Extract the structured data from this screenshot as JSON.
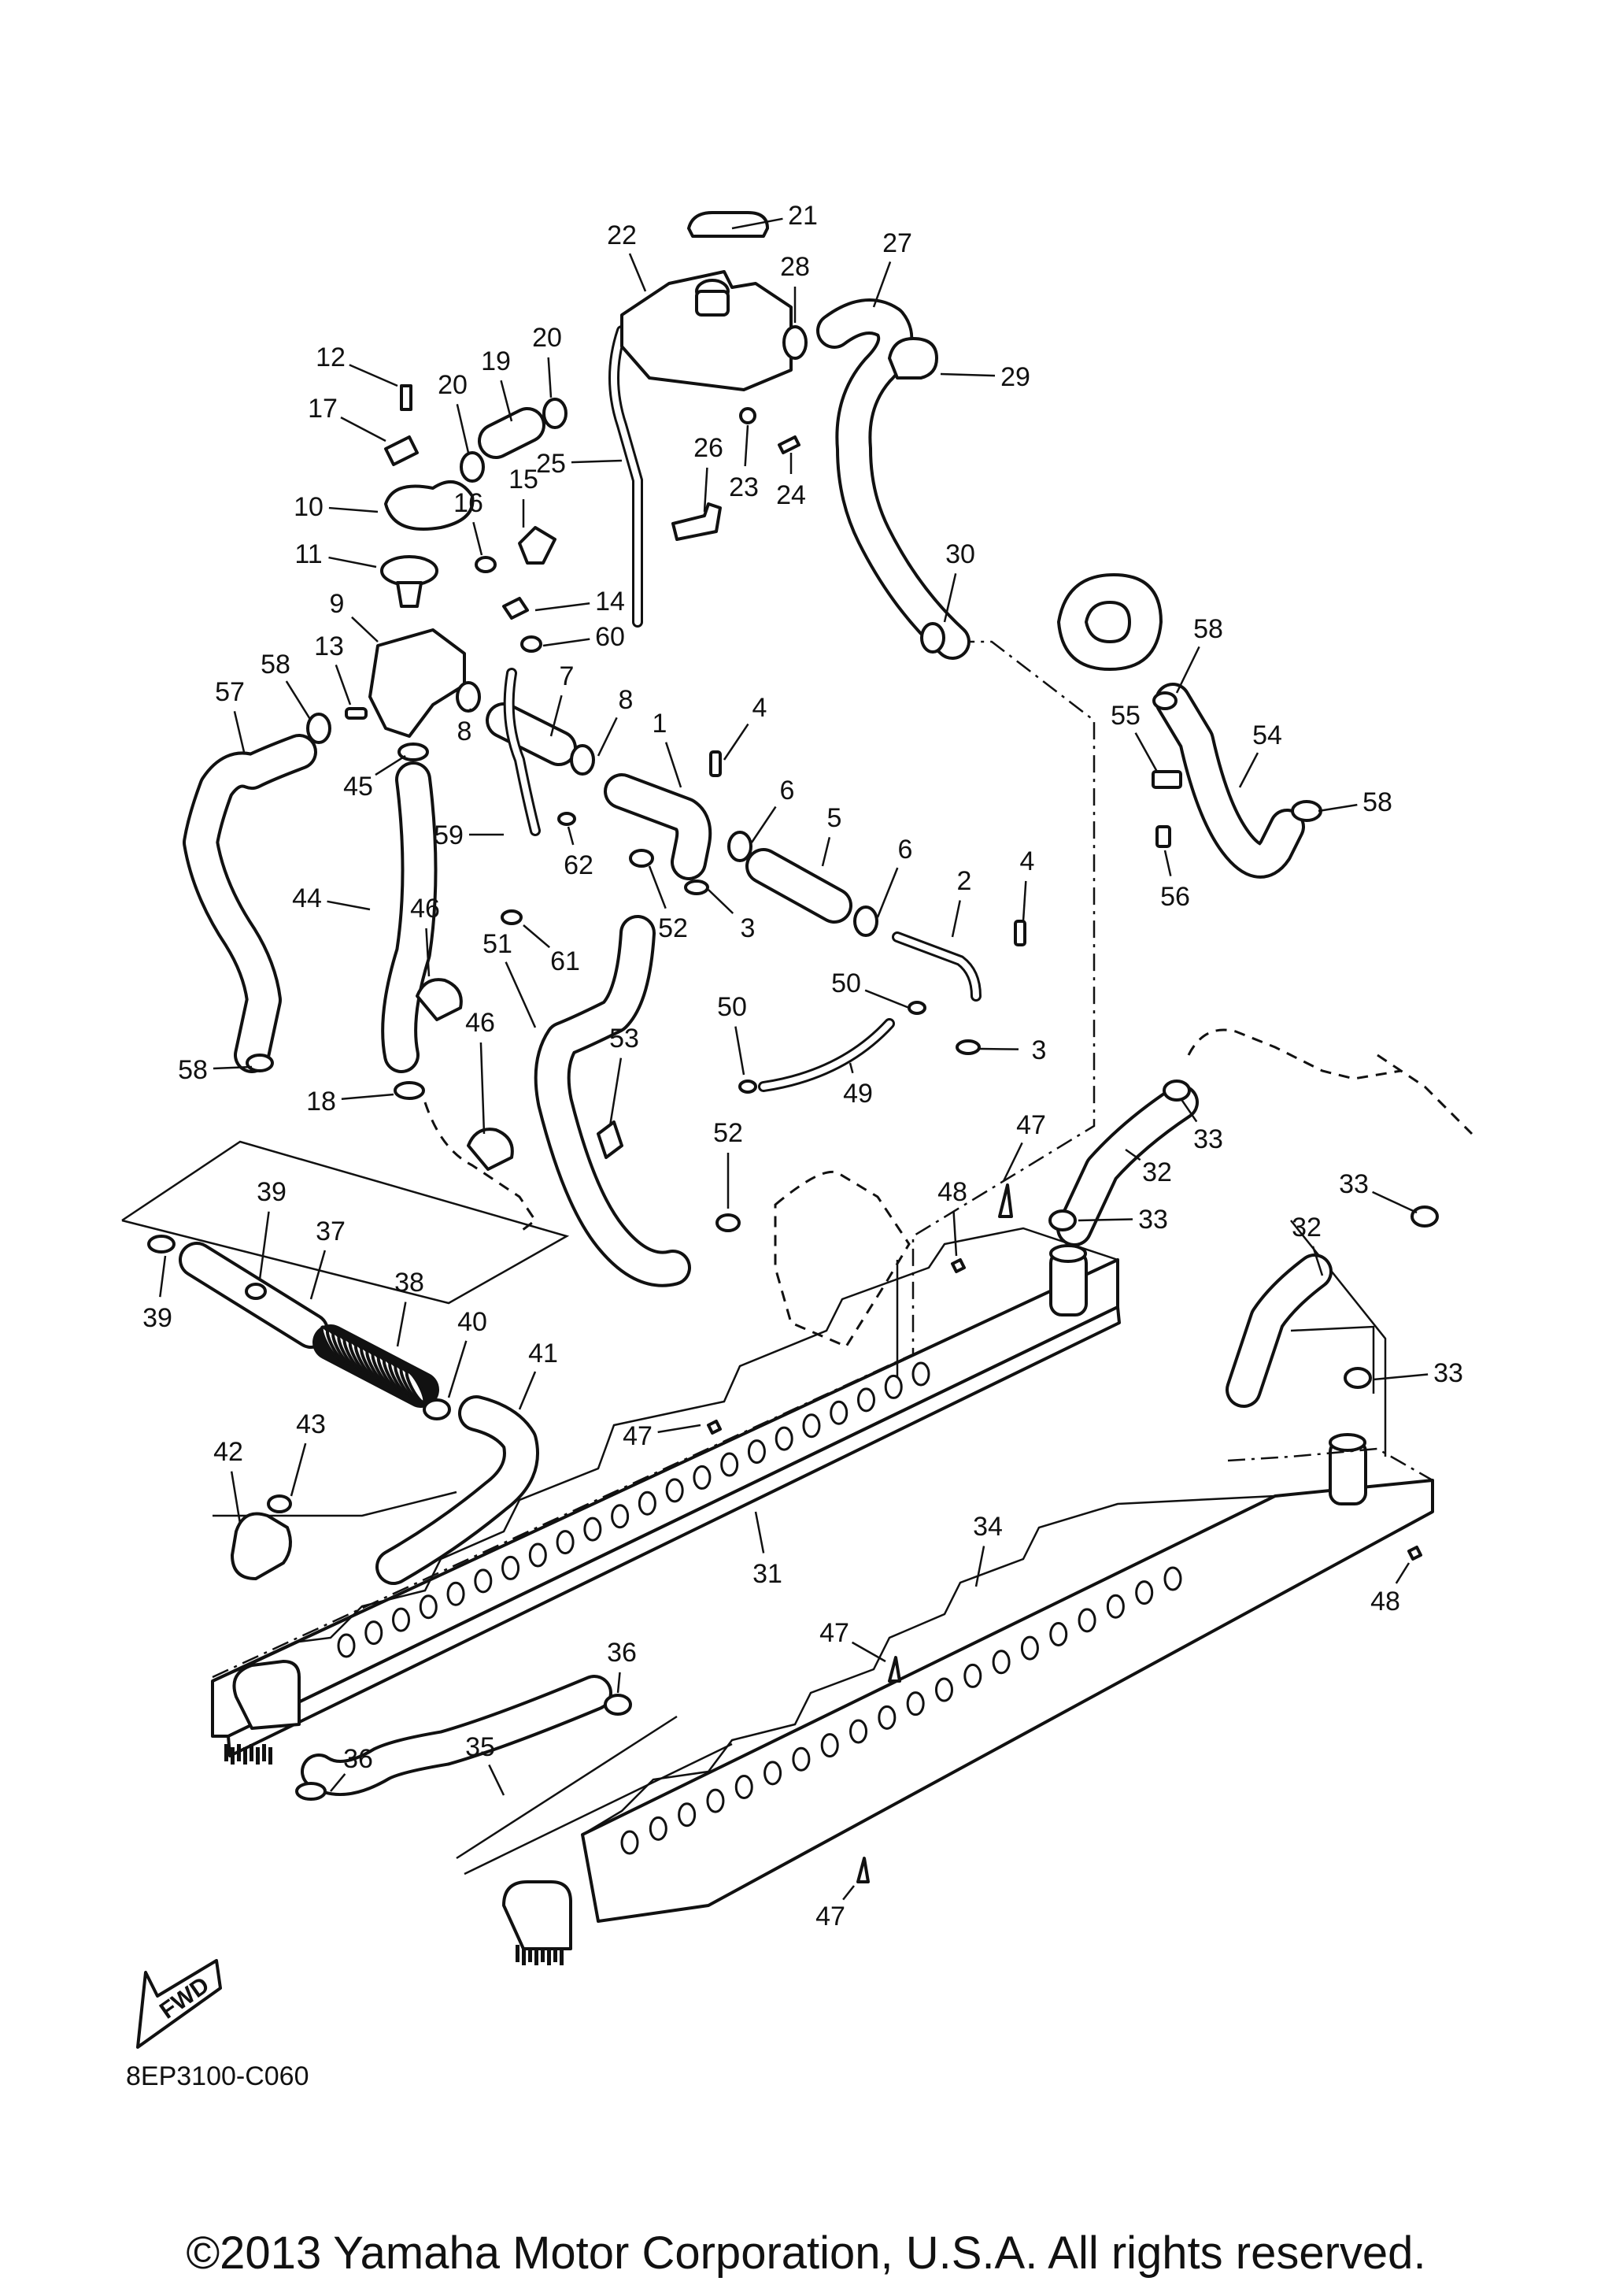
{
  "diagram": {
    "code": "8EP3100-C060",
    "fwd_label": "FWD",
    "copyright": "©2013 Yamaha Motor Corporation, U.S.A. All rights reserved.",
    "callouts": [
      {
        "id": "c1",
        "text": "1"
      },
      {
        "id": "c2",
        "text": "2"
      },
      {
        "id": "c3a",
        "text": "3"
      },
      {
        "id": "c3b",
        "text": "3"
      },
      {
        "id": "c4a",
        "text": "4"
      },
      {
        "id": "c4b",
        "text": "4"
      },
      {
        "id": "c5",
        "text": "5"
      },
      {
        "id": "c6a",
        "text": "6"
      },
      {
        "id": "c6b",
        "text": "6"
      },
      {
        "id": "c7",
        "text": "7"
      },
      {
        "id": "c8a",
        "text": "8"
      },
      {
        "id": "c8b",
        "text": "8"
      },
      {
        "id": "c9",
        "text": "9"
      },
      {
        "id": "c10",
        "text": "10"
      },
      {
        "id": "c11",
        "text": "11"
      },
      {
        "id": "c12",
        "text": "12"
      },
      {
        "id": "c13",
        "text": "13"
      },
      {
        "id": "c14",
        "text": "14"
      },
      {
        "id": "c15",
        "text": "15"
      },
      {
        "id": "c16",
        "text": "16"
      },
      {
        "id": "c17",
        "text": "17"
      },
      {
        "id": "c18",
        "text": "18"
      },
      {
        "id": "c19",
        "text": "19"
      },
      {
        "id": "c20a",
        "text": "20"
      },
      {
        "id": "c20b",
        "text": "20"
      },
      {
        "id": "c21",
        "text": "21"
      },
      {
        "id": "c22",
        "text": "22"
      },
      {
        "id": "c23",
        "text": "23"
      },
      {
        "id": "c24",
        "text": "24"
      },
      {
        "id": "c25",
        "text": "25"
      },
      {
        "id": "c26",
        "text": "26"
      },
      {
        "id": "c27",
        "text": "27"
      },
      {
        "id": "c28",
        "text": "28"
      },
      {
        "id": "c29",
        "text": "29"
      },
      {
        "id": "c30",
        "text": "30"
      },
      {
        "id": "c31",
        "text": "31"
      },
      {
        "id": "c32a",
        "text": "32"
      },
      {
        "id": "c32b",
        "text": "32"
      },
      {
        "id": "c33a",
        "text": "33"
      },
      {
        "id": "c33b",
        "text": "33"
      },
      {
        "id": "c33c",
        "text": "33"
      },
      {
        "id": "c33d",
        "text": "33"
      },
      {
        "id": "c34",
        "text": "34"
      },
      {
        "id": "c35",
        "text": "35"
      },
      {
        "id": "c36a",
        "text": "36"
      },
      {
        "id": "c36b",
        "text": "36"
      },
      {
        "id": "c37",
        "text": "37"
      },
      {
        "id": "c38",
        "text": "38"
      },
      {
        "id": "c39a",
        "text": "39"
      },
      {
        "id": "c39b",
        "text": "39"
      },
      {
        "id": "c40",
        "text": "40"
      },
      {
        "id": "c41",
        "text": "41"
      },
      {
        "id": "c42",
        "text": "42"
      },
      {
        "id": "c43",
        "text": "43"
      },
      {
        "id": "c44",
        "text": "44"
      },
      {
        "id": "c45",
        "text": "45"
      },
      {
        "id": "c46a",
        "text": "46"
      },
      {
        "id": "c46b",
        "text": "46"
      },
      {
        "id": "c47a",
        "text": "47"
      },
      {
        "id": "c47b",
        "text": "47"
      },
      {
        "id": "c47c",
        "text": "47"
      },
      {
        "id": "c47d",
        "text": "47"
      },
      {
        "id": "c48a",
        "text": "48"
      },
      {
        "id": "c48b",
        "text": "48"
      },
      {
        "id": "c49",
        "text": "49"
      },
      {
        "id": "c50a",
        "text": "50"
      },
      {
        "id": "c50b",
        "text": "50"
      },
      {
        "id": "c51",
        "text": "51"
      },
      {
        "id": "c52a",
        "text": "52"
      },
      {
        "id": "c52b",
        "text": "52"
      },
      {
        "id": "c53",
        "text": "53"
      },
      {
        "id": "c54",
        "text": "54"
      },
      {
        "id": "c55",
        "text": "55"
      },
      {
        "id": "c56",
        "text": "56"
      },
      {
        "id": "c57",
        "text": "57"
      },
      {
        "id": "c58a",
        "text": "58"
      },
      {
        "id": "c58b",
        "text": "58"
      },
      {
        "id": "c58c",
        "text": "58"
      },
      {
        "id": "c58d",
        "text": "58"
      },
      {
        "id": "c59",
        "text": "59"
      },
      {
        "id": "c60",
        "text": "60"
      },
      {
        "id": "c61",
        "text": "61"
      },
      {
        "id": "c62",
        "text": "62"
      }
    ]
  }
}
